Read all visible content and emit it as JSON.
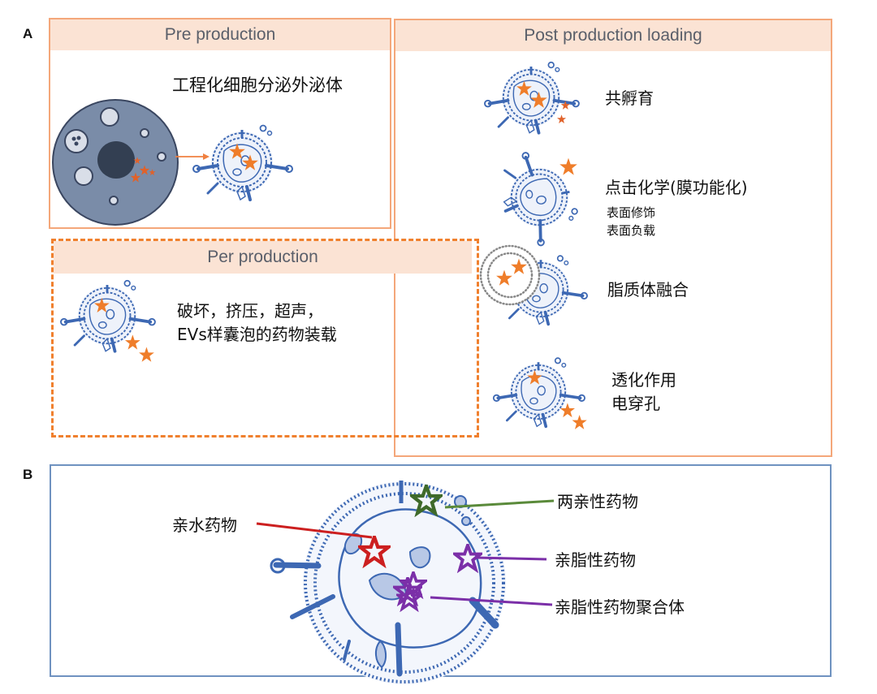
{
  "panel_a": {
    "letter": "A",
    "pre_production": {
      "title": "Pre production",
      "label": "工程化细胞分泌外泌体"
    },
    "post_production": {
      "title": "Post production loading",
      "items": [
        {
          "label": "共孵育",
          "sublabels": []
        },
        {
          "label": "点击化学(膜功能化)",
          "sublabels": [
            "表面修饰",
            "表面负载"
          ]
        },
        {
          "label": "脂质体融合",
          "sublabels": []
        },
        {
          "label": "透化作用",
          "sublabels": [
            "电穿孔"
          ]
        }
      ]
    },
    "per_production": {
      "title": "Per production",
      "label_lines": [
        "破坏，挤压，超声，",
        "EVs样囊泡的药物装载"
      ]
    }
  },
  "panel_b": {
    "letter": "B",
    "annotations": [
      {
        "label": "两亲性药物",
        "color": "#5a8a3a"
      },
      {
        "label": "亲水药物",
        "color": "#cc1f1f"
      },
      {
        "label": "亲脂性药物",
        "color": "#7b2fa8"
      },
      {
        "label": "亲脂性药物聚合体",
        "color": "#7b2fa8"
      }
    ]
  },
  "colors": {
    "panel_border": "#f4a77a",
    "header_fill": "#fbe3d4",
    "dashed_border": "#f0802e",
    "drug_star": "#ef7d2a",
    "vesicle_blue": "#3d68b3",
    "cell_body": "#7a8ca8",
    "nucleus": "#333f52",
    "panel_b_border": "#6f92c0"
  }
}
